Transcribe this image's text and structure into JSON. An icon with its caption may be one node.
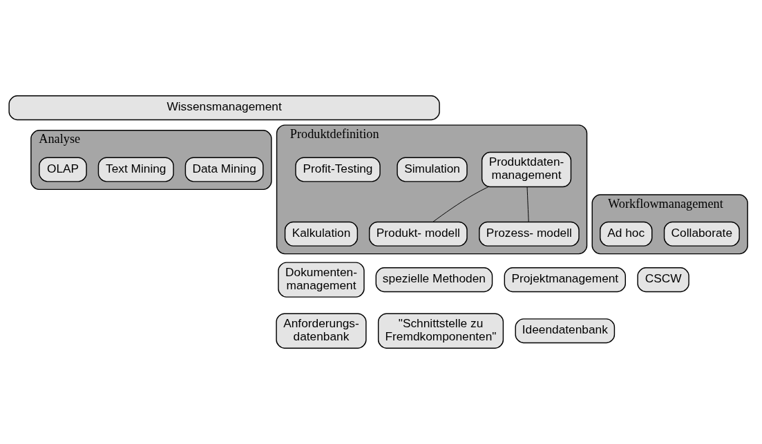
{
  "diagram": {
    "nodes": [
      {
        "text": [
          "Wissensmanagement"
        ]
      },
      {
        "text": [
          "Produktdefinition"
        ]
      },
      {
        "text": [
          "Produktdaten- management"
        ],
        "in": 1
      },
      {
        "text": [
          "Simulation"
        ],
        "in": 1
      },
      {
        "text": [
          "Profit-Testing"
        ],
        "in": 1
      },
      {
        "text": [
          "Produkt- modell"
        ],
        "in": 1
      },
      {
        "text": [
          "Prozess- modell"
        ],
        "in": 1
      },
      {
        "text": [
          "Kalkulation"
        ],
        "in": 1
      },
      {
        "text": [
          "Analyse"
        ]
      },
      {
        "text": [
          "Data Mining"
        ],
        "in": 8
      },
      {
        "text": [
          "Text Mining"
        ],
        "in": 8
      },
      {
        "text": [
          "OLAP"
        ],
        "in": 8
      },
      {
        "text": [
          "Workflowmanagement"
        ]
      },
      {
        "text": [
          "Collaborate"
        ],
        "in": 12
      },
      {
        "text": [
          "Ad hoc"
        ],
        "in": 12
      },
      {
        "text": [
          "CSCW"
        ]
      },
      {
        "text": [
          "Projektmanagement"
        ]
      },
      {
        "text": [
          "Dokumenten- management"
        ]
      },
      {
        "text": [
          "spezielle Methoden"
        ]
      },
      {
        "text": [
          "Ideendatenbank"
        ]
      },
      {
        "text": [
          "Anforderungs- datenbank"
        ]
      },
      {
        "text": [
          "\"Schnittstelle zu Fremdkomponenten\""
        ]
      }
    ],
    "edges": [
      {
        "from": 2,
        "to": 5,
        "arrow": "none"
      },
      {
        "from": 2,
        "to": 6,
        "arrow": "none"
      }
    ]
  }
}
